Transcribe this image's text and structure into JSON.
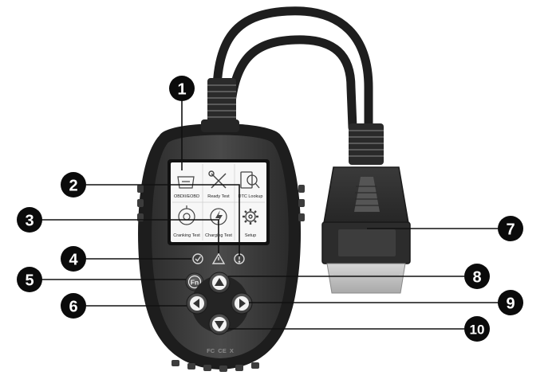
{
  "screen": {
    "tiles": [
      {
        "label": "OBDII/EOBD",
        "icon": "obd-connector-icon"
      },
      {
        "label": "Ready Test",
        "icon": "tools-icon"
      },
      {
        "label": "DTC Lookup",
        "icon": "magnifier-icon"
      },
      {
        "label": "Cranking Test",
        "icon": "engine-icon"
      },
      {
        "label": "Charging Test",
        "icon": "lightning-icon"
      },
      {
        "label": "Setup",
        "icon": "gear-icon"
      }
    ]
  },
  "keys": {
    "fn": "Fn"
  },
  "indicators": [
    "check-led-icon",
    "warning-led-icon",
    "alert-led-icon"
  ],
  "callouts": [
    "1",
    "2",
    "3",
    "4",
    "5",
    "6",
    "7",
    "8",
    "9",
    "10"
  ],
  "markings": {
    "certifications": "FC  CE  X"
  }
}
